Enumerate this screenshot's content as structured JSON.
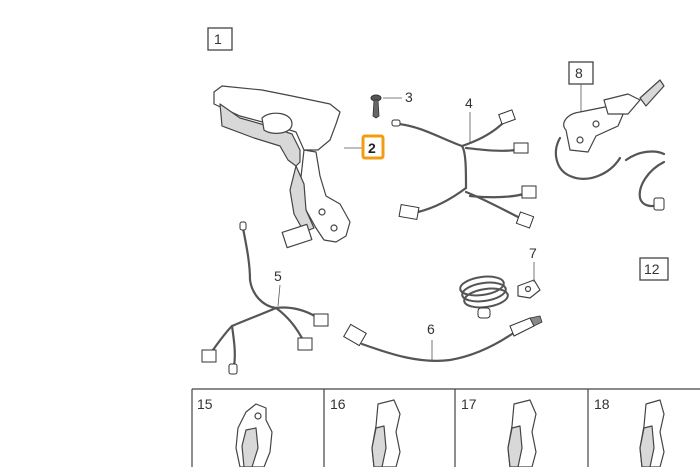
{
  "diagram": {
    "group_label": "1",
    "highlight_color": "#f39c12",
    "callouts": {
      "p2": "2",
      "p3": "3",
      "p4": "4",
      "p5": "5",
      "p6": "6",
      "p7": "7",
      "p8": "8",
      "p12": "12"
    },
    "panels": [
      {
        "label": "15"
      },
      {
        "label": "16"
      },
      {
        "label": "17"
      },
      {
        "label": "18"
      }
    ]
  }
}
